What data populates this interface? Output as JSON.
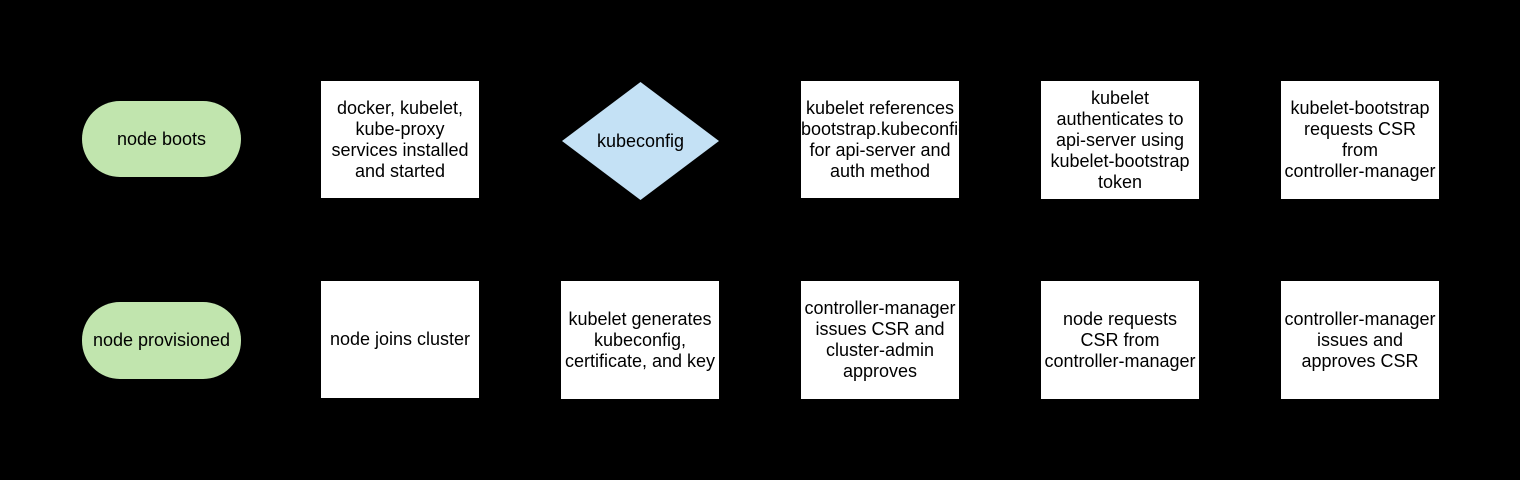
{
  "colors": {
    "background": "#000000",
    "text_color": "#000000",
    "process_fill": "#ffffff",
    "terminator_fill": "#c1e5ae",
    "decision_fill": "#c4e1f5"
  },
  "flow": {
    "row1": {
      "start": "node boots",
      "step1": "docker, kubelet,\nkube-proxy\nservices installed\nand started",
      "decision": "kubeconfig",
      "step2": "kubelet references\nbootstrap.kubeconfig\nfor api-server and\nauth method",
      "step3": "kubelet\nauthenticates to\napi-server using\nkubelet-bootstrap\ntoken",
      "step4": "kubelet-bootstrap\nrequests CSR\nfrom\ncontroller-manager"
    },
    "row2": {
      "end": "node provisioned",
      "step1": "node joins cluster",
      "step2": "kubelet generates\nkubeconfig,\ncertificate, and key",
      "step3": "controller-manager\nissues CSR and\ncluster-admin\napproves",
      "step4": "node requests\nCSR from\ncontroller-manager",
      "step5": "controller-manager\nissues and\napproves CSR"
    }
  }
}
